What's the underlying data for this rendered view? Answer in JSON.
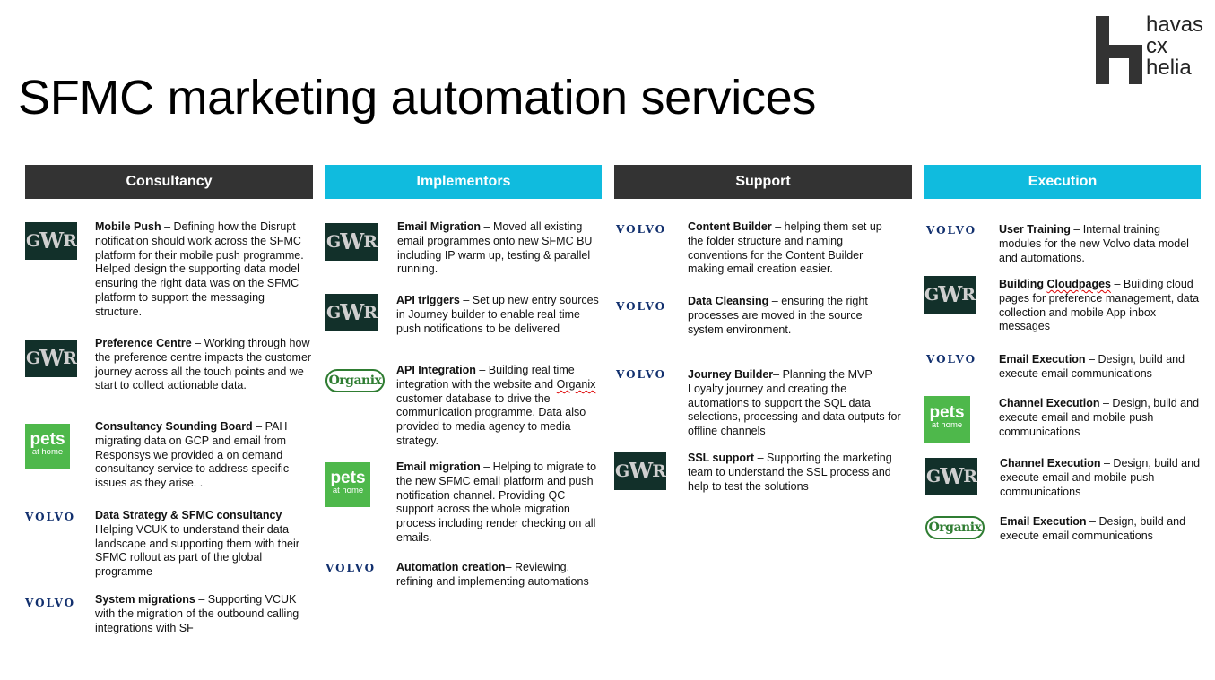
{
  "title": "SFMC marketing automation services",
  "brand": {
    "line1": "havas",
    "line2": "cx",
    "line3": "helia"
  },
  "logos": {
    "gwr_g": "G",
    "gwr_w": "W",
    "gwr_r": "R",
    "pets_line1": "pets",
    "pets_line2": "at home",
    "volvo": "VOLVO",
    "organix": "Organix"
  },
  "columns": [
    {
      "header": "Consultancy",
      "entries": [
        {
          "title": "Mobile Push",
          "body": " – Defining how the Disrupt notification should work across the SFMC platform for their mobile push programme.   Helped design  the supporting data model ensuring the right data was on the SFMC platform to support the messaging structure."
        },
        {
          "title": "Preference Centre",
          "body": " – Working through how the preference centre impacts the customer journey across all the touch points and we start to collect actionable data."
        },
        {
          "title": "Consultancy Sounding Board",
          "body": "  – PAH migrating data on GCP and email from Responsys we provided a on demand consultancy service to address specific issues as they arise.  ."
        },
        {
          "title": "Data Strategy & SFMC consultancy",
          "body": " Helping VCUK to understand their data landscape and supporting them with their SFMC rollout as part of the global programme"
        },
        {
          "title": "System migrations",
          "body": " – Supporting VCUK with the migration of the outbound calling integrations with SF"
        }
      ]
    },
    {
      "header": "Implementors",
      "entries": [
        {
          "title": "Email Migration",
          "body": " – Moved all existing email programmes  onto new SFMC BU including IP warm up, testing & parallel running."
        },
        {
          "title": "API triggers",
          "body": " – Set up new entry sources in Journey builder to enable real time push notifications to be delivered"
        },
        {
          "title": "API Integration",
          "body_a": " – Building real time integration with the website and ",
          "body_b": "Organix",
          "body_c": " customer database to drive the communication programme.  Data also provided to media agency to media strategy."
        },
        {
          "title": "Email migration",
          "body": " – Helping to migrate to the new SFMC email platform and push notification channel.  Providing QC support across the whole migration process including render checking on all emails."
        },
        {
          "title": "Automation creation",
          "body": "– Reviewing, refining and implementing automations"
        }
      ]
    },
    {
      "header": "Support",
      "entries": [
        {
          "title": "Content Builder",
          "body": " – helping them set up the folder structure and naming conventions for the Content Builder making email creation easier."
        },
        {
          "title": "Data Cleansing",
          "body": " – ensuring the right processes are moved in the source system environment."
        },
        {
          "title": "Journey Builder",
          "body": "– Planning the MVP Loyalty journey and creating the automations to support the SQL data selections, processing and data outputs for offline channels"
        },
        {
          "title": "SSL support",
          "body": " – Supporting the marketing team to understand the SSL process and help to test the solutions"
        }
      ]
    },
    {
      "header": "Execution",
      "entries": [
        {
          "title": "User Training",
          "body": " – Internal training modules for the new Volvo data model and automations."
        },
        {
          "title_a": "Building ",
          "title_b": "Cloudpages",
          "body": " – Building cloud pages for preference management, data collection and mobile App inbox messages"
        },
        {
          "title": "Email Execution",
          "body": " – Design, build and execute email communications"
        },
        {
          "title": "Channel Execution",
          "body": " – Design, build and execute email and mobile push communications"
        },
        {
          "title": "Channel Execution",
          "body": " – Design, build and execute email and mobile push communications"
        },
        {
          "title": "Email Execution",
          "body": " – Design, build and execute email communications"
        }
      ]
    }
  ]
}
